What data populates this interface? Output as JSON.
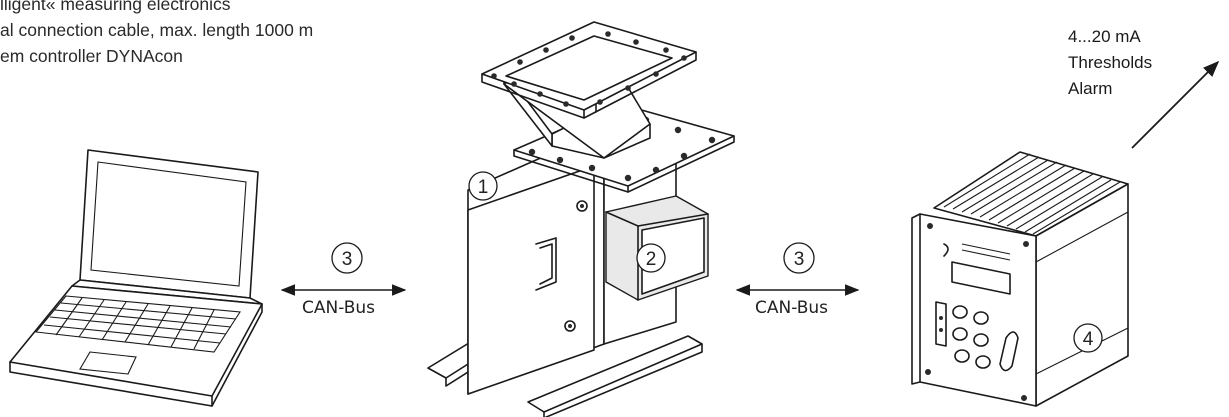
{
  "legend": {
    "lines": [
      "lligent« measuring electronics",
      "al connection cable, max. length 1000 m",
      "em controller DYNAcon"
    ]
  },
  "components": {
    "c1": "1",
    "c2": "2",
    "c3_left": "3",
    "c3_right": "3",
    "c4": "4"
  },
  "bus": {
    "left_label": "CAN-Bus",
    "right_label": "CAN-Bus"
  },
  "outputs": {
    "lines": [
      "4...20 mA",
      "Thresholds",
      "Alarm"
    ]
  },
  "icons": {
    "laptop": "laptop-icon",
    "sensor": "measuring-chute-icon",
    "controller": "controller-unit-icon"
  }
}
